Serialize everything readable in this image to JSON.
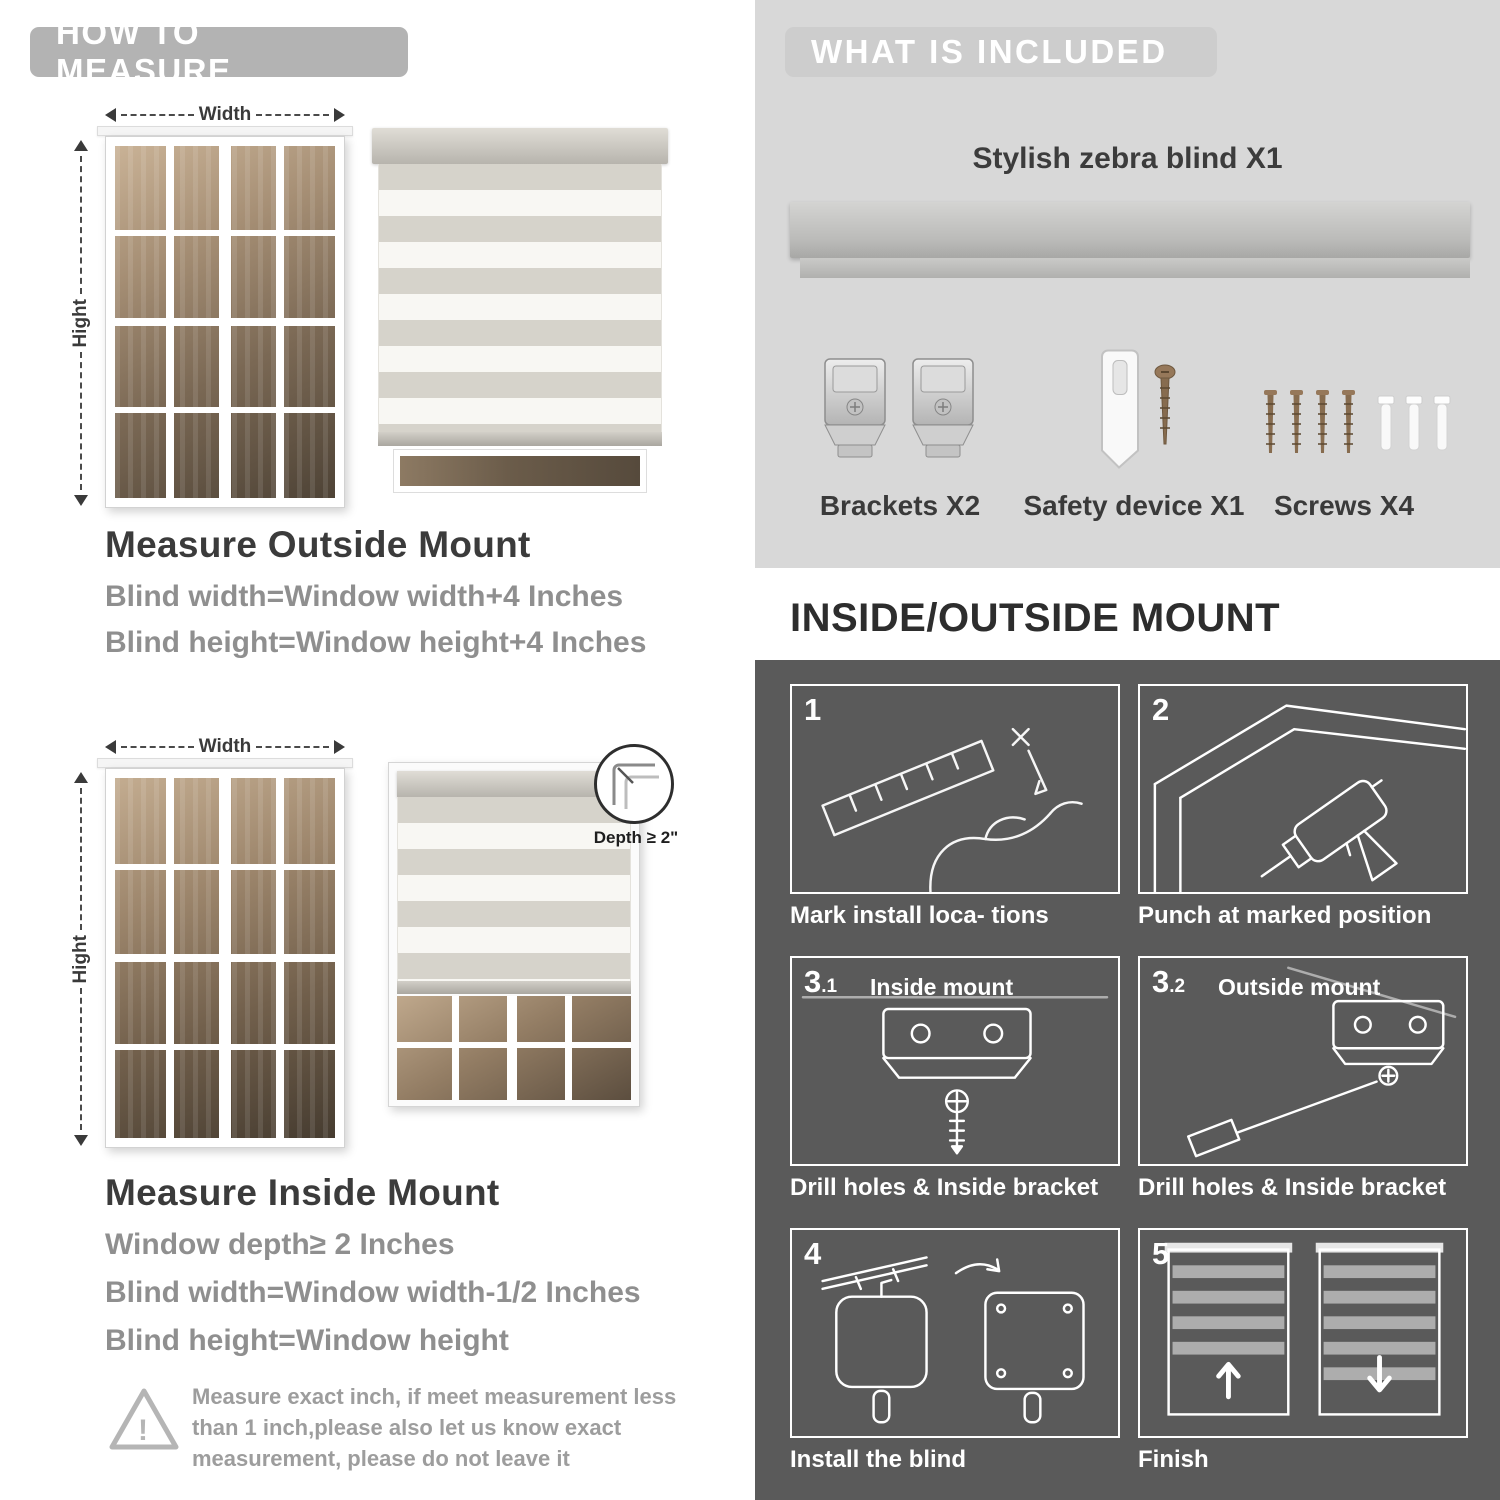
{
  "left": {
    "header": "HOW TO MEASURE",
    "outside": {
      "width_label": "Width",
      "height_label": "Hight",
      "title": "Measure Outside Mount",
      "line1": "Blind width=Window width+4 Inches",
      "line2": "Blind height=Window height+4 Inches"
    },
    "inside": {
      "width_label": "Width",
      "height_label": "Hight",
      "depth_callout": "Depth ≥ 2\"",
      "title": "Measure Inside Mount",
      "line1": "Window depth≥ 2 Inches",
      "line2": "Blind width=Window width-1/2 Inches",
      "line3": "Blind height=Window height"
    },
    "warning_mark": "!",
    "note": "Measure exact inch, if meet measurement less than 1 inch,please also let us know exact measurement, please do not leave it"
  },
  "right": {
    "included": {
      "header": "WHAT IS INCLUDED",
      "blind_label": "Stylish zebra blind X1",
      "items": [
        {
          "label": "Brackets X2"
        },
        {
          "label": "Safety device X1"
        },
        {
          "label": "Screws X4"
        }
      ]
    },
    "mount": {
      "header": "INSIDE/OUTSIDE MOUNT",
      "steps": [
        {
          "num": "1",
          "sub": "",
          "title": "",
          "caption": "Mark install loca- tions"
        },
        {
          "num": "2",
          "sub": "",
          "title": "",
          "caption": "Punch at  marked position"
        },
        {
          "num": "3",
          "sub": ".1",
          "title": "Inside mount",
          "caption": "Drill holes &  Inside bracket"
        },
        {
          "num": "3",
          "sub": ".2",
          "title": "Outside mount",
          "caption": "Drill holes &  Inside bracket"
        },
        {
          "num": "4",
          "sub": "",
          "title": "",
          "caption": "Install the blind"
        },
        {
          "num": "5",
          "sub": "",
          "title": "",
          "caption": "Finish"
        }
      ]
    }
  }
}
